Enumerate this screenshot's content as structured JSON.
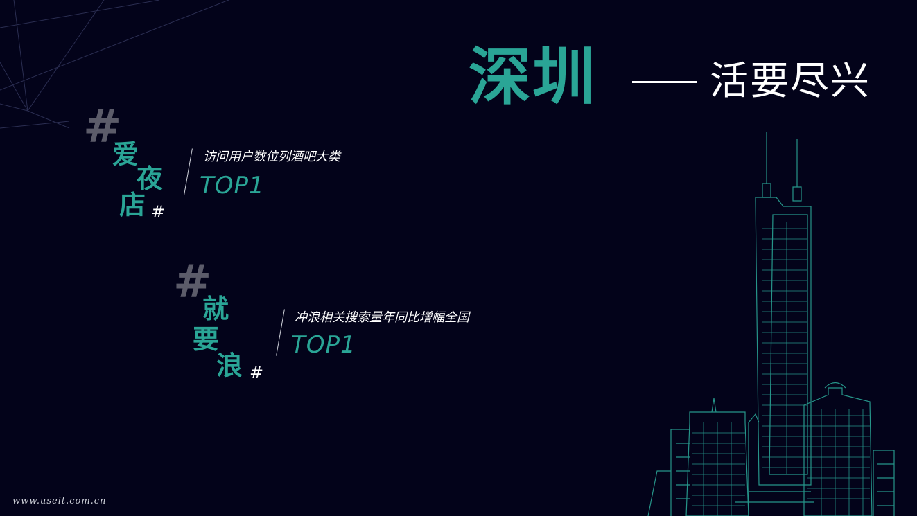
{
  "title": {
    "main": "深圳",
    "dash": "——",
    "sub": "活要尽兴"
  },
  "tags": [
    {
      "hash_open": "#",
      "chars": [
        "爱",
        "夜",
        "店"
      ],
      "hash_close": "#",
      "label": "访问用户数位列酒吧大类",
      "value": "TOP1"
    },
    {
      "hash_open": "#",
      "chars": [
        "就",
        "要",
        "浪"
      ],
      "hash_close": "#",
      "label": "冲浪相关搜索量年同比增幅全国",
      "value": "TOP1"
    }
  ],
  "footer": {
    "website": "www.useit.com.cn"
  },
  "colors": {
    "background": "#03031a",
    "accent": "#2aa596",
    "hash": "#5c5c6a",
    "text": "#ffffff"
  },
  "icons": {
    "skyline": "city-skyline-illustration"
  }
}
